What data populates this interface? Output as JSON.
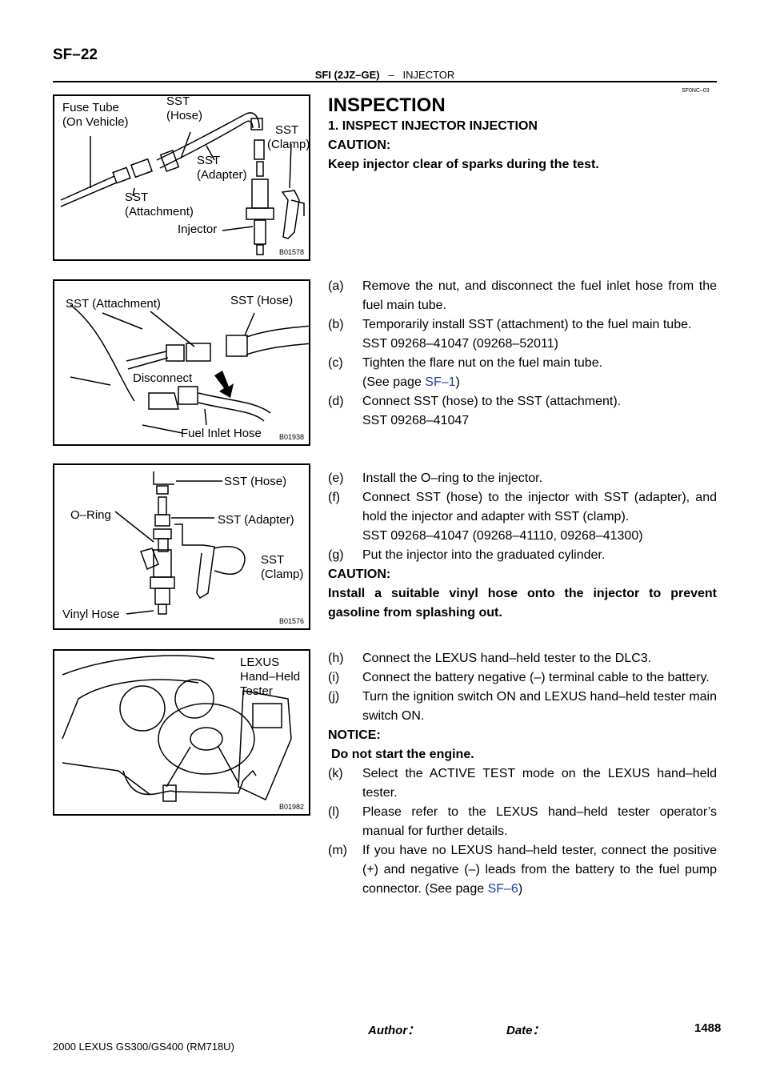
{
  "header": {
    "page_code": "SF–22",
    "section_left": "SFI (2JZ–GE)",
    "section_sep": "–",
    "section_right": "INJECTOR",
    "doc_code": "SF0NC–03"
  },
  "figures": [
    {
      "id": "B01578",
      "labels": [
        "Fuse Tube",
        "(On Vehicle)",
        "SST",
        "(Hose)",
        "SST",
        "(Clamp)",
        "SST",
        "(Adapter)",
        "SST",
        "(Attachment)",
        "Injector"
      ]
    },
    {
      "id": "B01938",
      "labels": [
        "SST (Attachment)",
        "SST (Hose)",
        "Disconnect",
        "Fuel Inlet Hose"
      ]
    },
    {
      "id": "B01576",
      "labels": [
        "SST (Hose)",
        "O–Ring",
        "SST (Adapter)",
        "SST",
        "(Clamp)",
        "Vinyl Hose"
      ]
    },
    {
      "id": "B01982",
      "labels": [
        "LEXUS",
        "Hand–Held",
        "Tester"
      ]
    }
  ],
  "content": {
    "title": "INSPECTION",
    "step1": "1.   INSPECT INJECTOR INJECTION",
    "caution1_label": "CAUTION:",
    "caution1_text": "Keep injector clear of sparks during the test.",
    "a_m": "(a)",
    "a": "Remove the nut, and disconnect the fuel inlet hose from the fuel main tube.",
    "b_m": "(b)",
    "b": "Temporarily install SST (attachment) to the fuel main tube.",
    "b_sst": "SST     09268–41047  (09268–52011)",
    "c_m": "(c)",
    "c": "Tighten the flare nut on the fuel main tube.",
    "c_see": "(See page ",
    "c_link": "SF–1",
    "c_close": ")",
    "d_m": "(d)",
    "d": "Connect SST (hose) to the SST (attachment).",
    "d_sst": "SST     09268–41047",
    "e_m": "(e)",
    "e": "Install the O–ring to the injector.",
    "f_m": "(f)",
    "f": "Connect SST (hose) to the injector with SST (adapter), and hold the injector and adapter with SST (clamp).",
    "f_sst": "SST     09268–41047  (09268–41110,  09268–41300)",
    "g_m": "(g)",
    "g": "Put the injector into the graduated cylinder.",
    "caution2_label": "CAUTION:",
    "caution2_text": "Install a suitable vinyl hose onto the injector to prevent gasoline from splashing out.",
    "h_m": "(h)",
    "h": "Connect the LEXUS hand–held tester to the DLC3.",
    "i_m": "(i)",
    "i": "Connect the battery negative (–) terminal cable to the battery.",
    "j_m": "(j)",
    "j": "Turn the ignition switch ON and LEXUS hand–held tester main switch ON.",
    "notice_label": "NOTICE:",
    "notice_text": "Do not start the engine.",
    "k_m": "(k)",
    "k": "Select the ACTIVE TEST mode on the LEXUS hand–held tester.",
    "l_m": "(l)",
    "l": "Please refer to the LEXUS hand–held tester operator’s manual for further details.",
    "m_m": "(m)",
    "m": "If you have no LEXUS hand–held tester, connect the positive (+) and negative (–) leads from the battery to the fuel pump connector. (See page ",
    "m_link": "SF–6",
    "m_close": ")"
  },
  "footer": {
    "vehicle": "2000 LEXUS GS300/GS400   (RM718U)",
    "author": "Author：",
    "date": "Date：",
    "page": "1488"
  }
}
